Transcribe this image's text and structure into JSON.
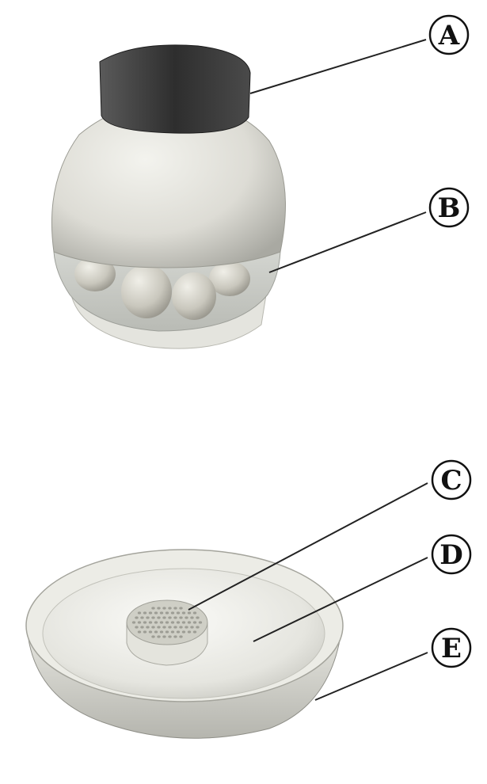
{
  "callouts": [
    {
      "id": "A",
      "label": "A"
    },
    {
      "id": "B",
      "label": "B"
    },
    {
      "id": "C",
      "label": "C"
    },
    {
      "id": "D",
      "label": "D"
    },
    {
      "id": "E",
      "label": "E"
    }
  ],
  "colors": {
    "background": "#ffffff",
    "lid_cap": "#3a3a3a",
    "dome": "#dcdcd4",
    "window": "#c9ccc6",
    "egg": "#c4c2b8",
    "base_tray": "#e6e6e0",
    "outline": "#111111"
  }
}
